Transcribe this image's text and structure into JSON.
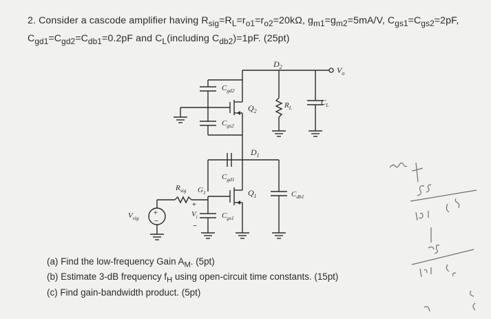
{
  "problem": {
    "line1": "2. Consider a cascode amplifier having R",
    "line1_sub_sig": "sig",
    "line1_eq1": "=R",
    "line1_sub_L": "L",
    "line1_eq2": "=r",
    "line1_sub_o1": "o1",
    "line1_eq3": "=r",
    "line1_sub_o2": "o2",
    "line1_eq4": "=20kΩ, g",
    "line1_sub_m1": "m1",
    "line1_eq5": "=g",
    "line1_sub_m2": "m2",
    "line1_eq6": "=5mA/V, C",
    "line1_sub_gs1": "gs1",
    "line1_eq7": "=C",
    "line1_sub_gs2": "gs2",
    "line1_eq8": "=2pF,",
    "line2_a": "C",
    "line2_sub_gd1": "gd1",
    "line2_b": "=C",
    "line2_sub_gd2": "gd2",
    "line2_c": "=C",
    "line2_sub_db1": "db1",
    "line2_d": "=0.2pF and C",
    "line2_sub_L": "L",
    "line2_e": "(including C",
    "line2_sub_db2": "db2",
    "line2_f": ")=1pF. (25pt)"
  },
  "circuit": {
    "D2": "D",
    "D2_sub": "2",
    "Vo": "V",
    "Vo_sub": "o",
    "Cgd2": "C",
    "Cgd2_sub": "gd2",
    "Q2": "Q",
    "Q2_sub": "2",
    "RL": "R",
    "RL_sub": "L",
    "CL": "C",
    "CL_sub": "L",
    "Cgs2": "C",
    "Cgs2_sub": "gs2",
    "D1": "D",
    "D1_sub": "1",
    "Cgd1": "C",
    "Cgd1_sub": "gd1",
    "Rsig": "R",
    "Rsig_sub": "sig",
    "G1": "G",
    "G1_sub": "1",
    "Q1": "Q",
    "Q1_sub": "1",
    "Cdb1": "C",
    "Cdb1_sub": "db1",
    "Vsig": "V",
    "Vsig_sub": "sig",
    "Vi": "V",
    "Vi_sub": "i",
    "Cgs1": "C",
    "Cgs1_sub": "gs1",
    "plus": "+",
    "minus": "−"
  },
  "questions": {
    "a": "(a)  Find the low-frequency Gain A",
    "a_sub": "M",
    "a_end": ". (5pt)",
    "b": "(b)  Estimate 3-dB frequency f",
    "b_sub": "H",
    "b_end": " using open-circuit time constants. (15pt)",
    "c": "(c)  Find gain-bandwidth product. (5pt)"
  }
}
